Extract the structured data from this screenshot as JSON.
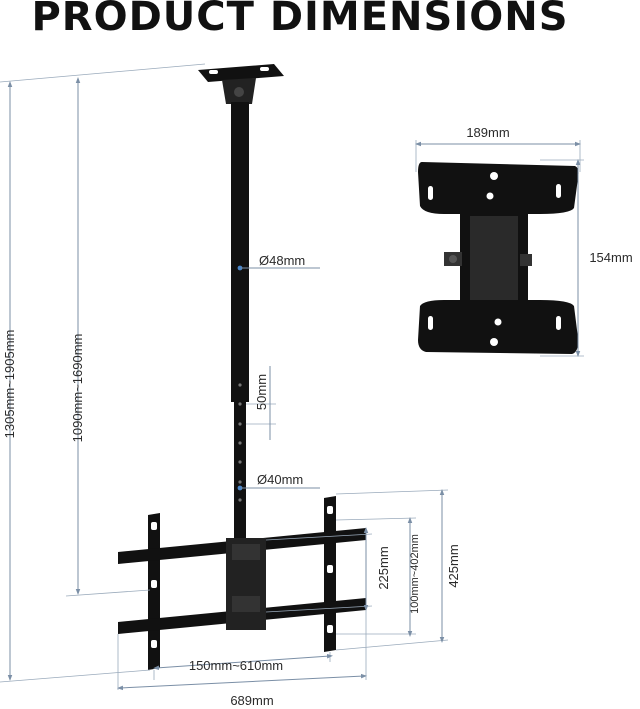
{
  "title": "PRODUCT DIMENSIONS",
  "dimensions": {
    "total_height": "1305mm~1905mm",
    "pole_length": "1090mm~1690mm",
    "upper_pole_diameter": "Ø48mm",
    "hole_spacing": "50mm",
    "lower_pole_diameter": "Ø40mm",
    "vertical_spacing": "225mm",
    "vertical_range": "100mm~402mm",
    "bracket_height": "425mm",
    "horizontal_range": "150mm~610mm",
    "bracket_width": "689mm",
    "ceiling_plate_width": "189mm",
    "ceiling_plate_height": "154mm"
  }
}
